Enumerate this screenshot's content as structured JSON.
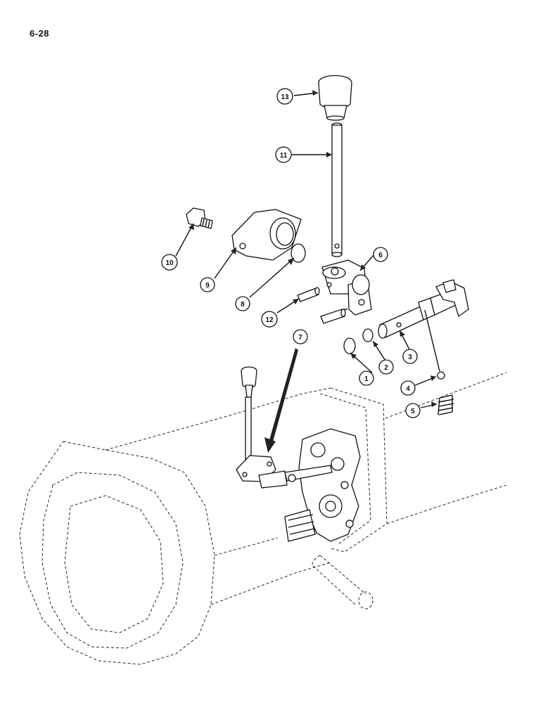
{
  "page_number": "6-28",
  "callouts": [
    {
      "id": "callout-1",
      "label": "1"
    },
    {
      "id": "callout-2",
      "label": "2"
    },
    {
      "id": "callout-3",
      "label": "3"
    },
    {
      "id": "callout-4",
      "label": "4"
    },
    {
      "id": "callout-5",
      "label": "5"
    },
    {
      "id": "callout-6",
      "label": "6"
    },
    {
      "id": "callout-7",
      "label": "7"
    },
    {
      "id": "callout-8",
      "label": "8"
    },
    {
      "id": "callout-9",
      "label": "9"
    },
    {
      "id": "callout-10",
      "label": "10"
    },
    {
      "id": "callout-11",
      "label": "11"
    },
    {
      "id": "callout-12",
      "label": "12"
    },
    {
      "id": "callout-13",
      "label": "13"
    }
  ]
}
